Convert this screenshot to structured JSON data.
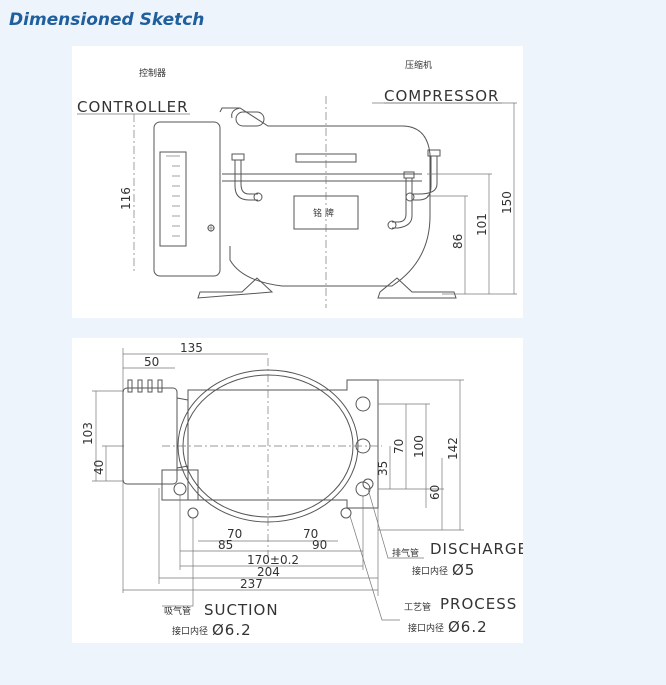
{
  "page": {
    "title": "Dimensioned Sketch"
  },
  "side_view": {
    "controller_cn": "控制器",
    "controller": "CONTROLLER",
    "compressor_cn": "压缩机",
    "compressor": "COMPRESSOR",
    "nameplate": "铭 牌",
    "dims": {
      "controller_height": "116",
      "overall_height": "150",
      "d101": "101",
      "d86": "86"
    }
  },
  "top_view": {
    "dims": {
      "d135": "135",
      "d50": "50",
      "d103": "103",
      "d40": "40",
      "d142": "142",
      "d100": "100",
      "d70v": "70",
      "d60": "60",
      "d35": "35",
      "d70a": "70",
      "d70b": "70",
      "d85": "85",
      "d90": "90",
      "d170": "170±0.2",
      "d204": "204",
      "d237": "237"
    },
    "discharge": {
      "cn": "排气管",
      "label": "DISCHARGE",
      "size_cn": "接口内径",
      "size": "Ø5"
    },
    "suction": {
      "cn": "吸气管",
      "label": "SUCTION",
      "size_cn": "接口内径",
      "size": "Ø6.2"
    },
    "process": {
      "cn": "工艺管",
      "label": "PROCESS",
      "size_cn": "接口内径",
      "size": "Ø6.2"
    }
  }
}
